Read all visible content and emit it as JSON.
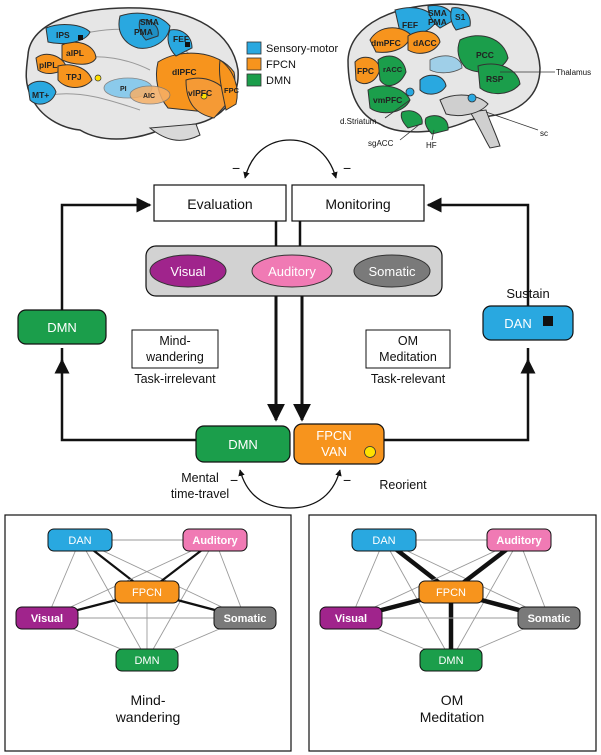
{
  "legend": [
    {
      "label": "Sensory-motor",
      "color": "#29a8e0"
    },
    {
      "label": "FPCN",
      "color": "#f7941d"
    },
    {
      "label": "DMN",
      "color": "#1b9e4b"
    }
  ],
  "brain_lateral_labels": [
    "SMA",
    "PMA",
    "FEF",
    "IPS",
    "aIPL",
    "pIPL",
    "TPJ",
    "MT+",
    "PI",
    "AIC",
    "dlPFC",
    "vlPFC",
    "FPC"
  ],
  "brain_medial_labels": [
    "SMA",
    "PMA",
    "FEF",
    "S1",
    "dmPFC",
    "dACC",
    "PCC",
    "RSP",
    "FPC",
    "rACC",
    "vmPFC",
    "Thalamus",
    "d.Striatum",
    "sgACC",
    "HF",
    "sc"
  ],
  "flow": {
    "evaluation": "Evaluation",
    "monitoring": "Monitoring",
    "minus": "−",
    "sensory": [
      "Visual",
      "Auditory",
      "Somatic"
    ],
    "dmn_left": "DMN",
    "dan_right": "DAN",
    "sustain": "Sustain",
    "mind_box_1": "Mind-",
    "mind_box_2": "wandering",
    "task_irrelevant": "Task-irrelevant",
    "om_box_1": "OM",
    "om_box_2": "Meditation",
    "task_relevant": "Task-relevant",
    "dmn_bottom": "DMN",
    "fpcn_bottom_1": "FPCN",
    "fpcn_bottom_2": "VAN",
    "mental_1": "Mental",
    "mental_2": "time-travel",
    "reorient": "Reorient"
  },
  "networks": [
    {
      "caption_1": "Mind-",
      "caption_2": "wandering",
      "nodes": [
        "DAN",
        "Auditory",
        "FPCN",
        "Visual",
        "Somatic",
        "DMN"
      ]
    },
    {
      "caption_1": "OM",
      "caption_2": "Meditation",
      "nodes": [
        "DAN",
        "Auditory",
        "FPCN",
        "Visual",
        "Somatic",
        "DMN"
      ]
    }
  ]
}
